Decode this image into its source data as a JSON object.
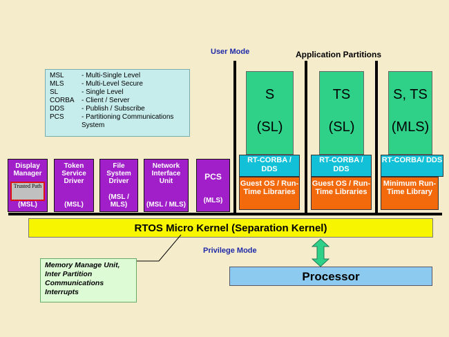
{
  "labels": {
    "user_mode": "User Mode",
    "application_partitions": "Application Partitions",
    "privilege_mode": "Privilege Mode"
  },
  "legend": [
    {
      "key": "MSL",
      "value": "- Multi-Single Level"
    },
    {
      "key": "MLS",
      "value": "- Multi-Level Secure"
    },
    {
      "key": "SL",
      "value": "- Single Level"
    },
    {
      "key": "CORBA",
      "value": "- Client / Server"
    },
    {
      "key": "DDS",
      "value": "- Publish / Subscribe"
    },
    {
      "key": "PCS",
      "value": "- Partitioning Communications System"
    }
  ],
  "drivers": [
    {
      "title": "Display Manager",
      "inner": "Trusted Path",
      "level": "(MSL)"
    },
    {
      "title": "Token Service Driver",
      "level": "(MSL)"
    },
    {
      "title": "File System Driver",
      "level": "(MSL / MLS)"
    },
    {
      "title": "Network Interface Unit",
      "level": "(MSL / MLS)"
    },
    {
      "title": "PCS",
      "level": "(MLS)"
    }
  ],
  "partitions": [
    {
      "class": "S",
      "level": "(SL)",
      "middleware": "RT-CORBA / DDS",
      "runtime": "Guest OS / Run-Time Libraries"
    },
    {
      "class": "TS",
      "level": "(SL)",
      "middleware": "RT-CORBA / DDS",
      "runtime": "Guest OS / Run-Time Libraries"
    },
    {
      "class": "S, TS",
      "level": "(MLS)",
      "middleware": "RT-CORBA/ DDS",
      "runtime": "Minimum Run-Time Library"
    }
  ],
  "kernel": "RTOS Micro Kernel (Separation Kernel)",
  "processor": "Processor",
  "mmu_note": "Memory Manage Unit, Inter Partition Communications Interrupts",
  "colors": {
    "background": "#f5eccb",
    "driver": "#a11fc8",
    "partition": "#2fd088",
    "middleware": "#12c0d8",
    "runtime": "#f26a0c",
    "kernel": "#f7f500",
    "processor": "#8ccbef",
    "arrow": "#2fd088"
  }
}
